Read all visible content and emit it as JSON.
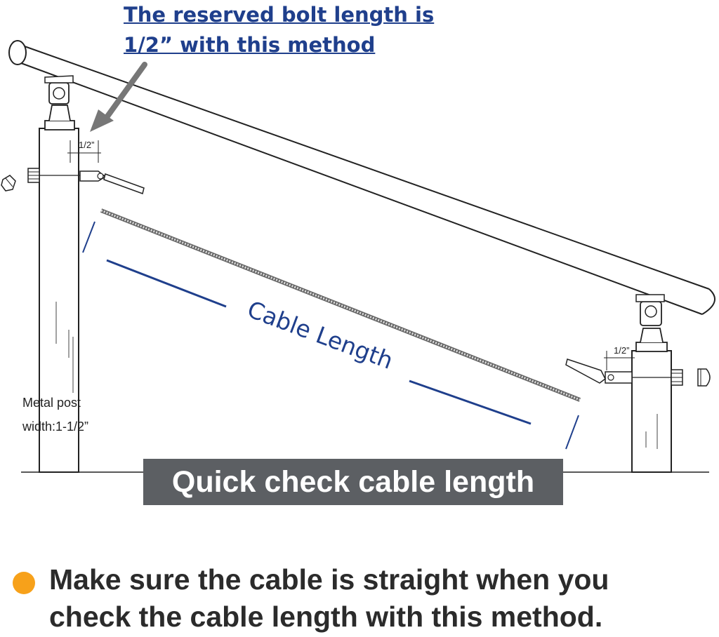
{
  "callout": {
    "line1": "The reserved bolt length is",
    "line2": "1/2” with this method"
  },
  "dimension_label_left": "1/2”",
  "dimension_label_right": "1/2”",
  "cable_length_label": "Cable Length",
  "post_label": {
    "line1": "Metal post",
    "line2": "width:1-1/2”"
  },
  "banner_text": "Quick check cable length",
  "note": {
    "line1": "Make sure the cable is straight when you",
    "line2": "check the cable length with this method."
  },
  "colors": {
    "callout_text": "#1f3f8c",
    "guide_lines": "#1f3f8c",
    "banner_bg": "#5c5f63",
    "banner_text": "#ffffff",
    "bullet": "#f7a11a",
    "drawing": "#222222"
  }
}
